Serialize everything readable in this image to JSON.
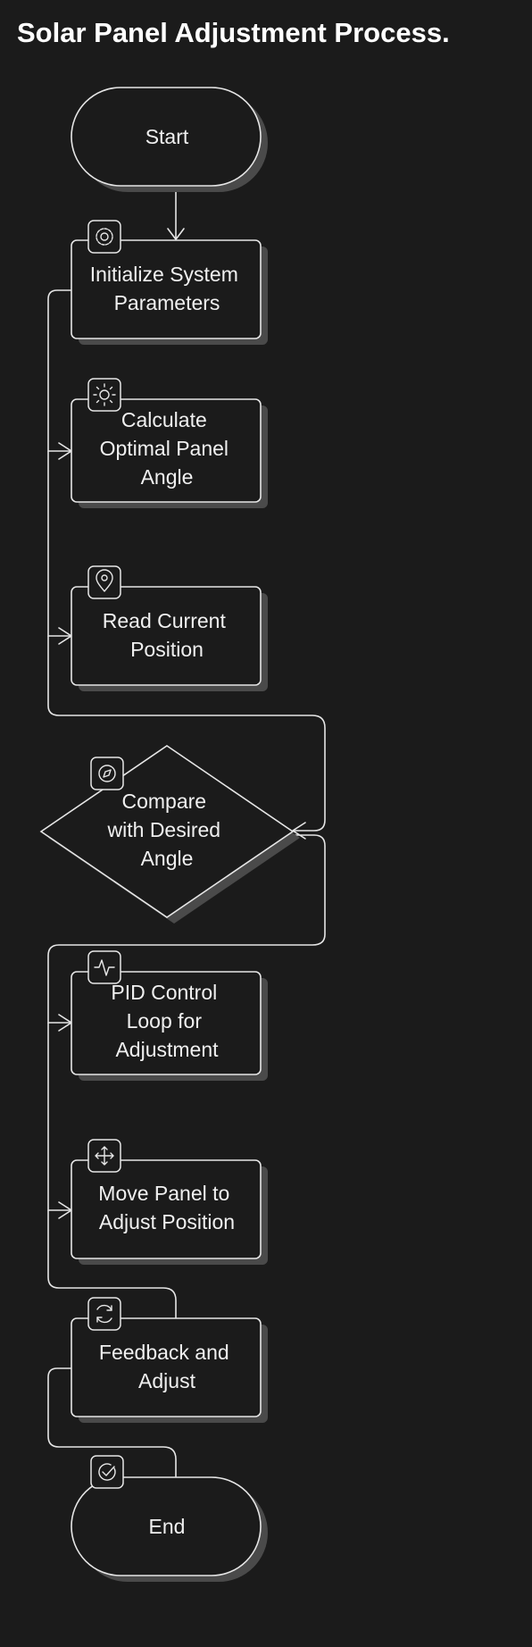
{
  "title": "Solar Panel Adjustment Process.",
  "colors": {
    "background": "#1b1b1b",
    "stroke": "#e6e6e6",
    "shadow": "#4a4a4a",
    "text": "#f0f0f0"
  },
  "nodes": {
    "start": {
      "lines": [
        "Start"
      ]
    },
    "init": {
      "lines": [
        "Initialize System",
        "Parameters"
      ],
      "icon": "gear-icon"
    },
    "calc": {
      "lines": [
        "Calculate",
        "Optimal Panel",
        "Angle"
      ],
      "icon": "sun-icon"
    },
    "read": {
      "lines": [
        "Read Current",
        "Position"
      ],
      "icon": "map-pin-icon"
    },
    "compare": {
      "lines": [
        "Compare",
        "with Desired",
        "Angle"
      ],
      "icon": "compass-icon"
    },
    "pid": {
      "lines": [
        "PID Control",
        "Loop for",
        "Adjustment"
      ],
      "icon": "activity-icon"
    },
    "move": {
      "lines": [
        "Move Panel to",
        "Adjust Position"
      ],
      "icon": "move-arrows-icon"
    },
    "feedback": {
      "lines": [
        "Feedback and",
        "Adjust"
      ],
      "icon": "refresh-icon"
    },
    "end": {
      "lines": [
        "End"
      ],
      "icon": "check-circle-icon"
    }
  }
}
